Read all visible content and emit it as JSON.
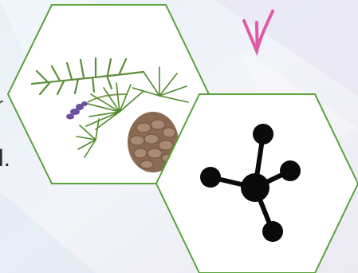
{
  "text_fragments": {
    "line_1": "r",
    "line_2": "l."
  },
  "colors": {
    "hex_border": "#5aa23c",
    "arrow": "#e05aa8",
    "molecule": "#0a0a0a",
    "background": "#eef3f8",
    "text": "#2b2b2b"
  },
  "icons": {
    "arrow": "down-arrow-icon",
    "molecule": "molecule-icon",
    "plant": "pine-cone-herbs-image"
  }
}
